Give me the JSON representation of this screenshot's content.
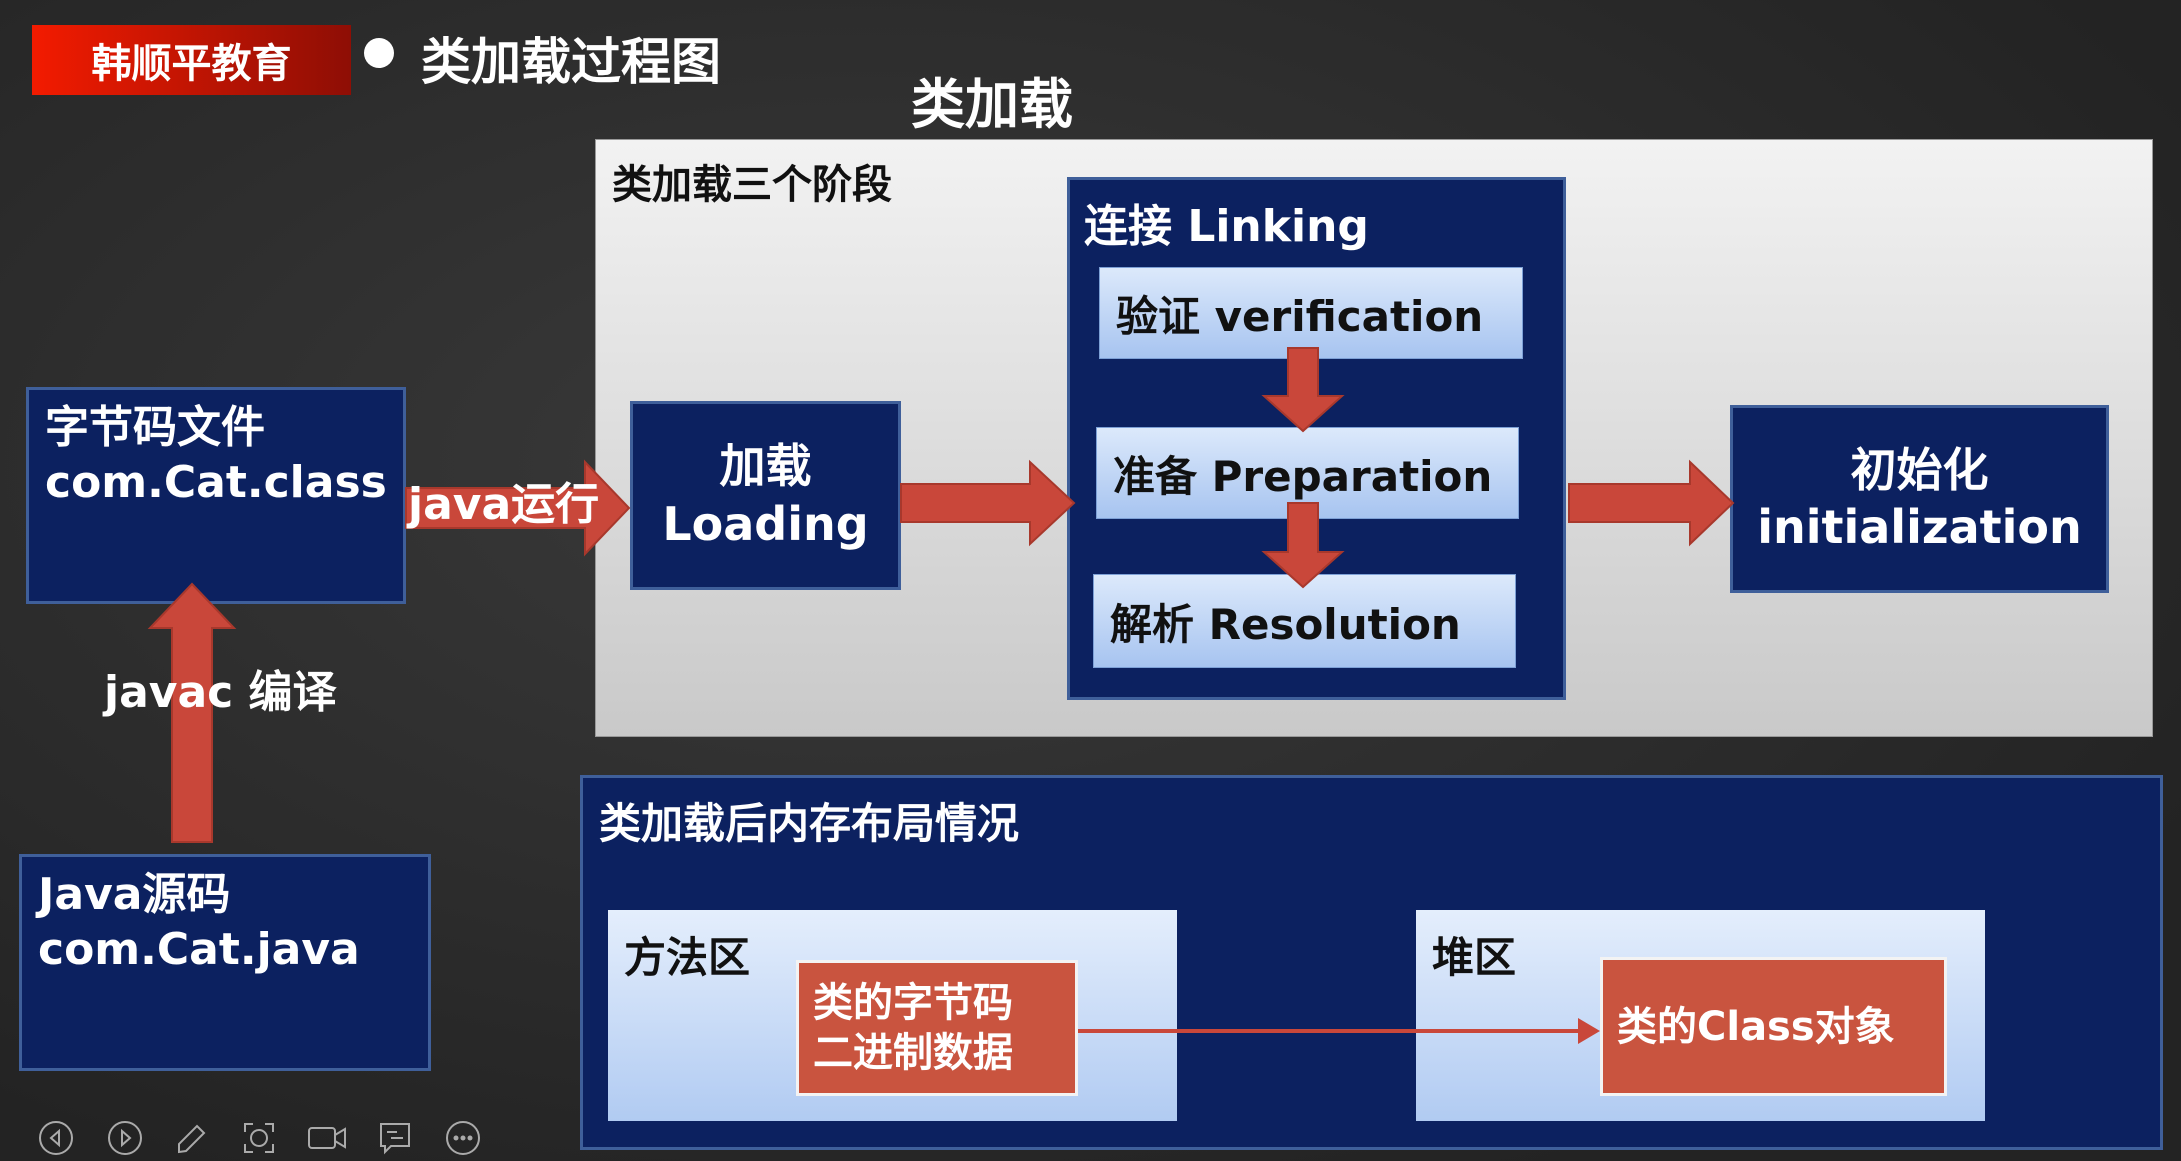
{
  "brand": "韩顺平教育",
  "slide_title": "类加载过程图",
  "heading": "类加载",
  "stages": {
    "title": "类加载三个阶段",
    "loading": [
      "加载",
      "Loading"
    ],
    "linking": {
      "title": "连接 Linking",
      "steps": [
        "验证 verification",
        "准备 Preparation",
        "解析 Resolution"
      ]
    },
    "init": [
      "初始化",
      "initialization"
    ]
  },
  "bytecode": [
    "字节码文件",
    "com.Cat.class"
  ],
  "source": [
    "Java源码",
    "com.Cat.java"
  ],
  "labels": {
    "run": "java运行",
    "compile": "javac 编译"
  },
  "memory": {
    "title": "类加载后内存布局情况",
    "method_area": "方法区",
    "method_data": [
      "类的字节码",
      "二进制数据"
    ],
    "heap": "堆区",
    "heap_data": "类的Class对象"
  },
  "colors": {
    "navy": "#0c2160",
    "arrow": "#c9473a",
    "brand_red": "#f31b00"
  },
  "toolbar": [
    "previous",
    "next",
    "pen",
    "screenshot",
    "camera",
    "comment",
    "more"
  ]
}
